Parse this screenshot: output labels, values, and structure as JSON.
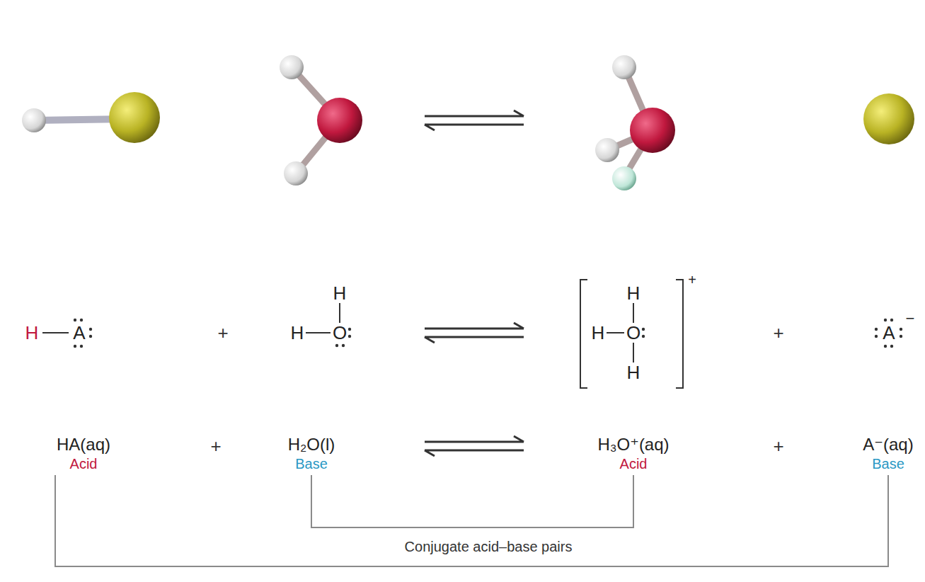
{
  "diagram": {
    "nodes": [
      {
        "text": [
          "HA(aq)",
          "Acid"
        ]
      },
      {
        "text": [
          "H₂O(l)",
          "Base"
        ]
      },
      {
        "text": [
          "H₃O⁺(aq)",
          "Acid"
        ]
      },
      {
        "text": [
          "A⁻(aq)",
          "Base"
        ]
      }
    ],
    "edges": [
      {
        "from": 1,
        "to": 2,
        "arrow": "none"
      },
      {
        "from": 0,
        "to": 3,
        "arrow": "none"
      }
    ],
    "labels": [
      "H",
      "A",
      "+",
      "H",
      "H",
      "O",
      "H",
      "H",
      "O",
      "H",
      "+",
      "+",
      "A",
      "−",
      "+",
      "+",
      "Conjugate acid–base pairs"
    ]
  }
}
